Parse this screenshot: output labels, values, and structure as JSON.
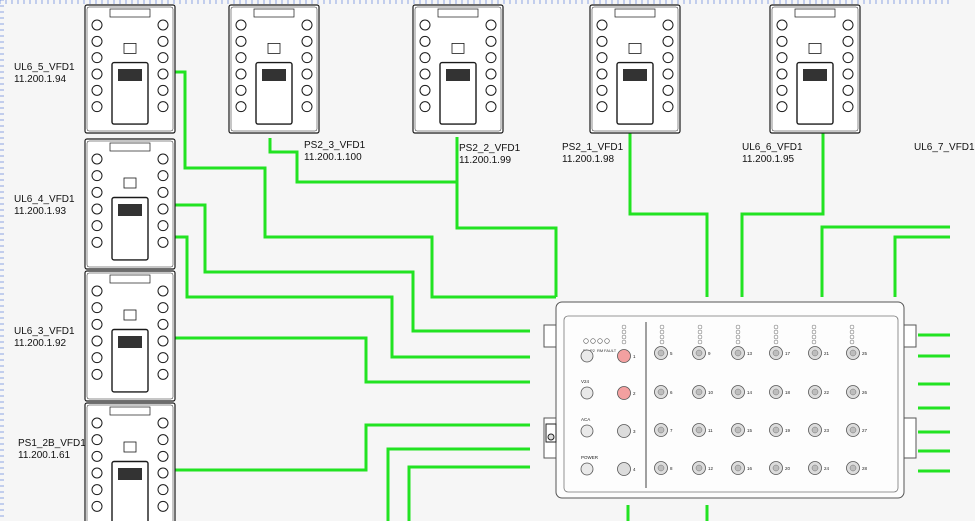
{
  "vfd_labels": [
    {
      "name": "UL6_5_VFD1",
      "ip": "11.200.1.94"
    },
    {
      "name": "UL6_4_VFD1",
      "ip": "11.200.1.93"
    },
    {
      "name": "UL6_3_VFD1",
      "ip": "11.200.1.92"
    },
    {
      "name": "PS1_2B_VFD1",
      "ip": "11.200.1.61"
    },
    {
      "name": "PS2_3_VFD1",
      "ip": "11.200.1.100"
    },
    {
      "name": "PS2_2_VFD1",
      "ip": "11.200.1.99"
    },
    {
      "name": "PS2_1_VFD1",
      "ip": "11.200.1.98"
    },
    {
      "name": "UL6_6_VFD1",
      "ip": "11.200.1.95"
    },
    {
      "name": "UL6_7_VFD1",
      "ip": ""
    }
  ],
  "switch": {
    "status_leds": [
      "P1",
      "P2",
      "RM",
      "FAULT"
    ],
    "port_labels": [
      "V24",
      "ACA",
      "POWER"
    ],
    "port_numbers": [
      "1",
      "2",
      "3",
      "4",
      "5",
      "6",
      "7",
      "8",
      "9",
      "10",
      "11",
      "12",
      "13",
      "14",
      "15",
      "16",
      "17",
      "18",
      "19",
      "20",
      "21",
      "22",
      "23",
      "24",
      "25",
      "26",
      "27",
      "28"
    ]
  },
  "colors": {
    "wire": "#22e322",
    "outline": "#1a1a1a",
    "background": "#f6f6f6",
    "alarm_port": "#f3a0a0"
  }
}
